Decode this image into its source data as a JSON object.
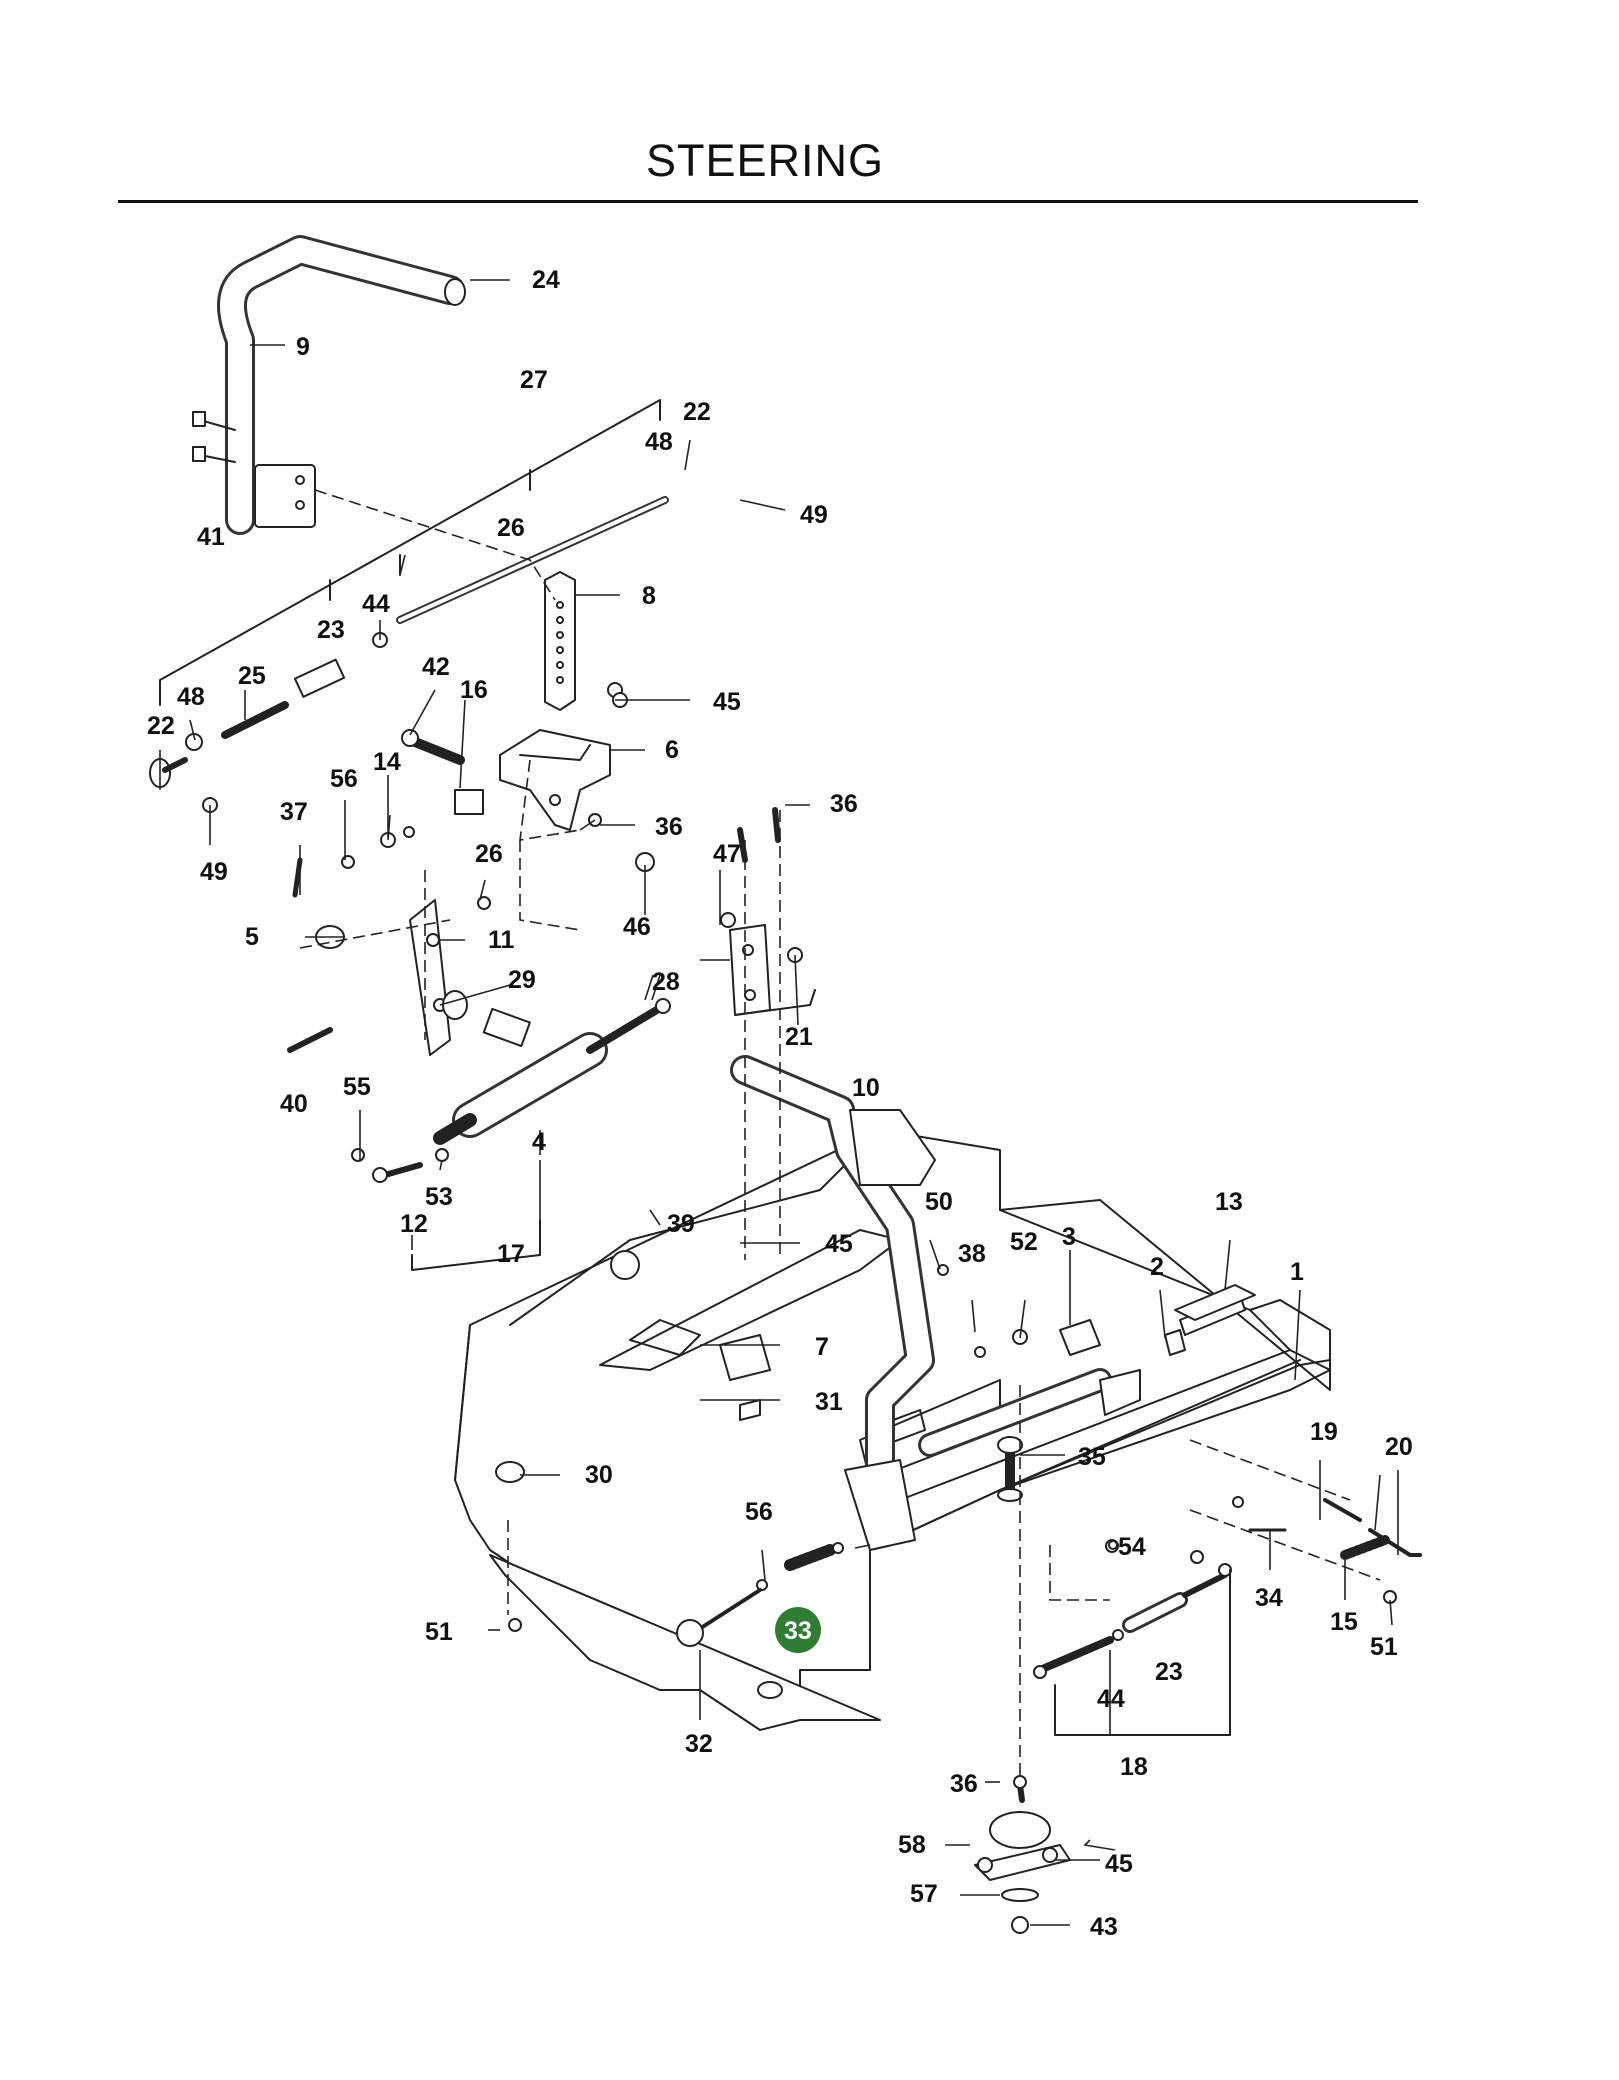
{
  "title": "STEERING",
  "highlight_color": "#2e7d32",
  "callouts": {
    "c1": "1",
    "c2": "2",
    "c3": "3",
    "c4": "4",
    "c5": "5",
    "c6": "6",
    "c7": "7",
    "c8": "8",
    "c9": "9",
    "c10": "10",
    "c11": "11",
    "c12": "12",
    "c13": "13",
    "c14": "14",
    "c15": "15",
    "c16": "16",
    "c17": "17",
    "c18": "18",
    "c19": "19",
    "c20": "20",
    "c21": "21",
    "c22a": "22",
    "c22b": "22",
    "c23a": "23",
    "c23b": "23",
    "c24": "24",
    "c25": "25",
    "c26a": "26",
    "c26b": "26",
    "c27": "27",
    "c28": "28",
    "c29": "29",
    "c30": "30",
    "c31": "31",
    "c32": "32",
    "c33": "33",
    "c34": "34",
    "c35": "35",
    "c36a": "36",
    "c36b": "36",
    "c36c": "36",
    "c37": "37",
    "c38": "38",
    "c39": "39",
    "c40": "40",
    "c41": "41",
    "c42": "42",
    "c43": "43",
    "c44a": "44",
    "c44b": "44",
    "c45a": "45",
    "c45b": "45",
    "c45c": "45",
    "c46": "46",
    "c47": "47",
    "c48a": "48",
    "c48b": "48",
    "c49a": "49",
    "c49b": "49",
    "c50": "50",
    "c51a": "51",
    "c51b": "51",
    "c52": "52",
    "c53": "53",
    "c54": "54",
    "c55": "55",
    "c56a": "56",
    "c56b": "56",
    "c57": "57",
    "c58": "58"
  }
}
